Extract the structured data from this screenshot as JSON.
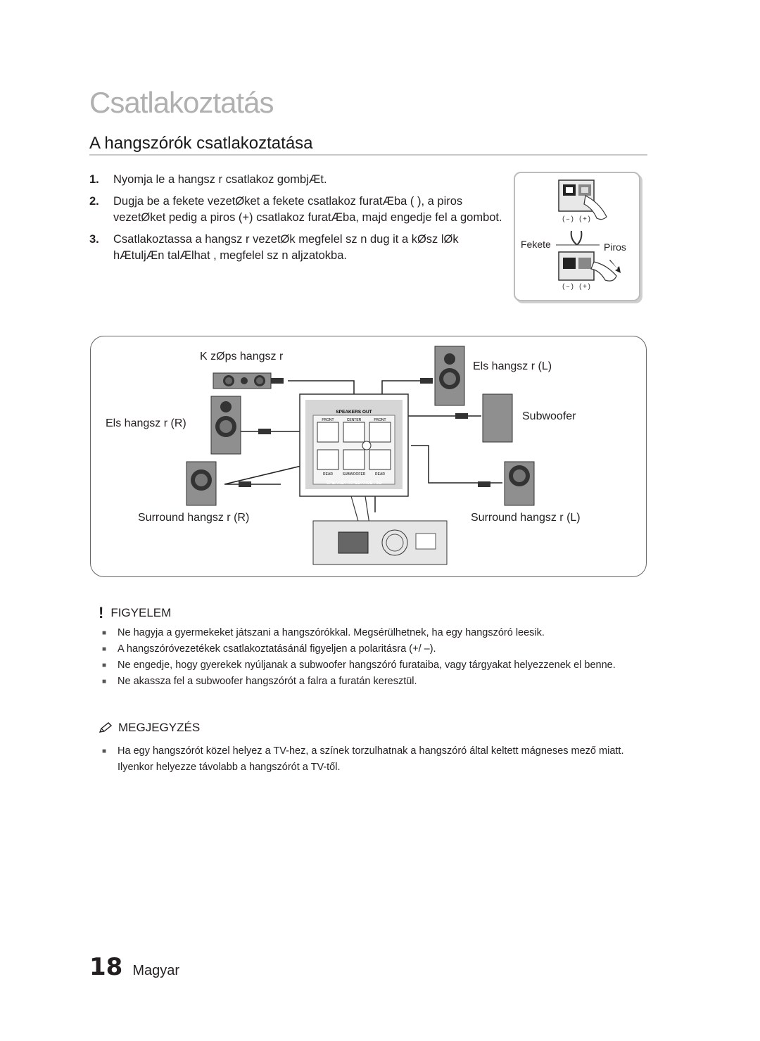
{
  "chapter_title": "Csatlakoztatás",
  "section_title": "A hangszórók csatlakoztatása",
  "steps": [
    {
      "num": "1.",
      "text": "Nyomja le a hangsz r csatlakoz gombjÆt."
    },
    {
      "num": "2.",
      "text": "Dugja be a fekete vezetØket a fekete csatlakoz furatÆba ( ), a piros vezetØket pedig a piros (+) csatlakoz furatÆba, majd engedje fel a gombot."
    },
    {
      "num": "3.",
      "text": "Csatlakoztassa a hangsz r vezetØk megfelel sz n dug it a kØsz lØk hÆtuljÆn talÆlhat , megfelel sz n aljzatokba."
    }
  ],
  "inset": {
    "polarity_label": "(–) (+)",
    "black_label": "Fekete",
    "red_label": "Piros"
  },
  "diagram": {
    "center_label": "K zØps hangsz r",
    "front_l_label": "Els hangsz r (L)",
    "front_r_label": "Els hangsz r (R)",
    "subwoofer_label": "Subwoofer",
    "surround_r_label": "Surround hangsz r (R)",
    "surround_l_label": "Surround hangsz r (L)",
    "panel_title": "SPEAKERS OUT",
    "panel_front_r": "FRONT",
    "panel_center": "CENTER",
    "panel_front_l": "FRONT",
    "panel_rear_r": "REAR",
    "panel_subwoofer": "SUBWOOFER",
    "panel_rear_l": "REAR",
    "panel_impedance": "SPEAKER IMPEDANCE : 3Ω"
  },
  "warning": {
    "title": "FIGYELEM",
    "items": [
      "Ne hagyja a gyermekeket játszani a hangszórókkal. Megsérülhetnek, ha egy hangszóró leesik.",
      "A hangszóróvezetékek csatlakoztatásánál figyeljen a polaritásra (+/ –).",
      "Ne engedje, hogy gyerekek nyúljanak a subwoofer hangszóró furataiba, vagy tárgyakat helyezzenek el benne.",
      "Ne akassza fel a subwoofer hangszórót a falra a furatán keresztül."
    ]
  },
  "note": {
    "title": "MEGJEGYZÉS",
    "items": [
      "Ha egy hangszórót közel helyez a TV-hez, a színek torzulhatnak a hangszóró által keltett mágneses mező miatt. Ilyenkor helyezze távolabb a hangszórót a TV-től."
    ]
  },
  "footer": {
    "page_number": "18",
    "language": "Magyar"
  },
  "icons": {
    "warning": "exclamation-icon",
    "note": "pencil-note-icon",
    "bullet": "square-bullet-icon"
  }
}
